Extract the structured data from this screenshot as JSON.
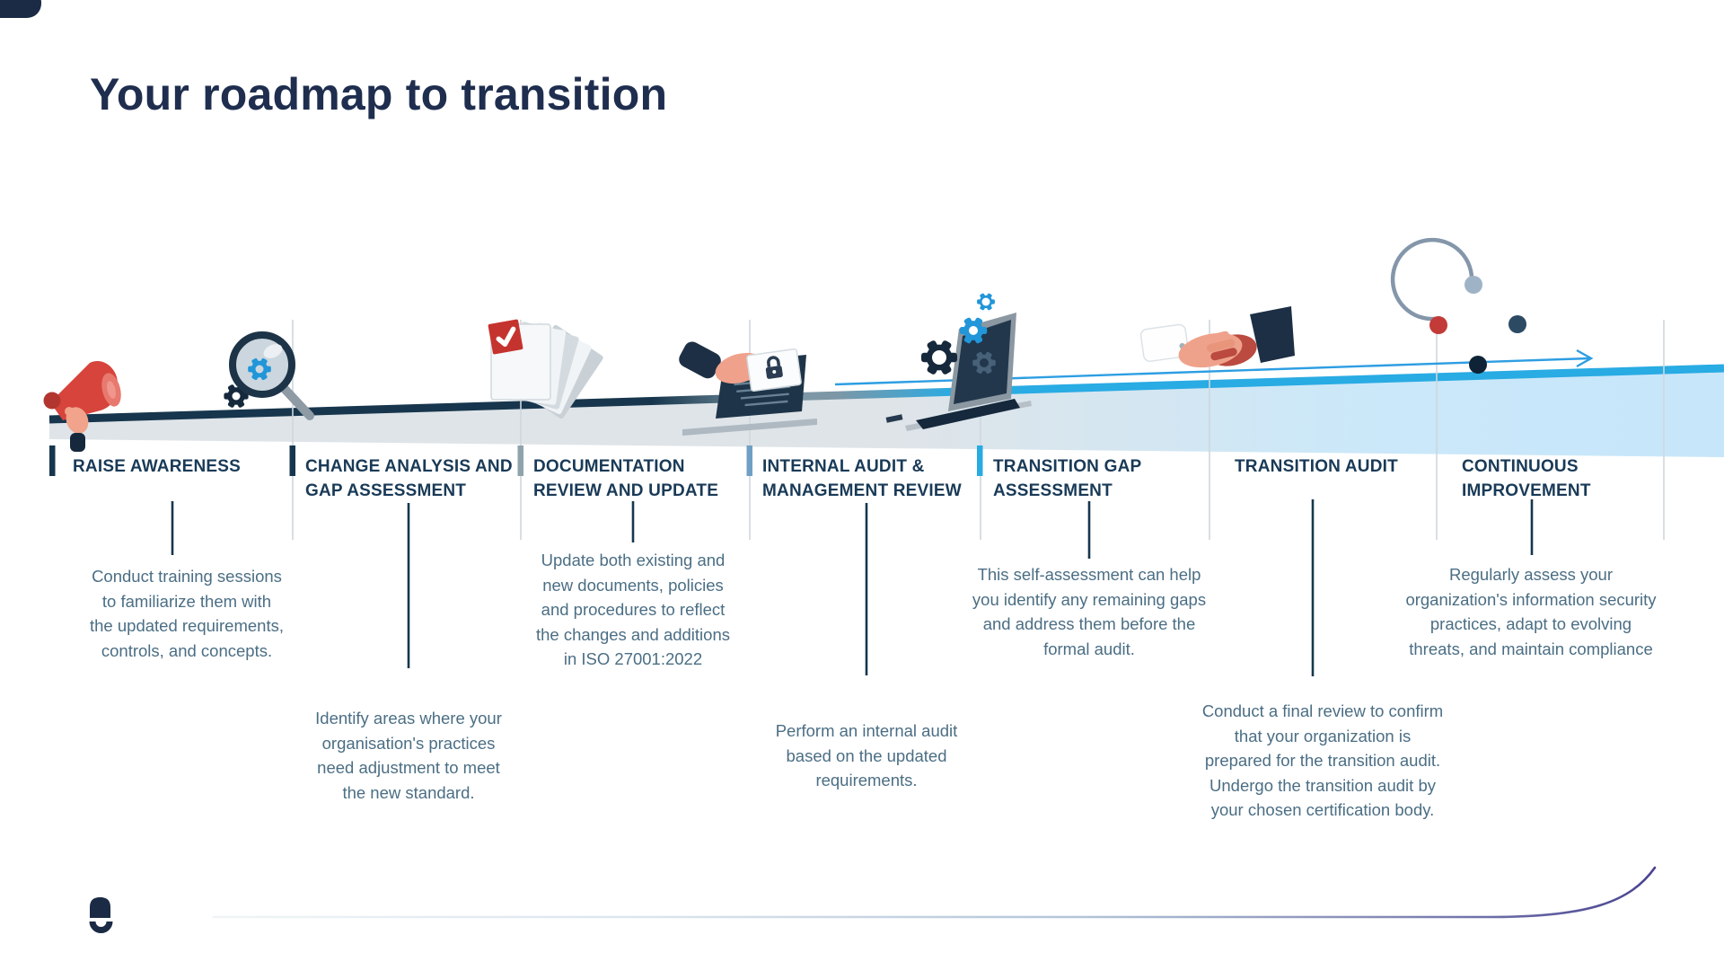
{
  "page": {
    "title": "Your roadmap to transition"
  },
  "stages": [
    {
      "label_lines": [
        "RAISE AWARENESS"
      ],
      "description_lines": [
        "Conduct training sessions",
        "to familiarize them with",
        "the updated requirements,",
        "controls, and concepts."
      ],
      "icon": "megaphone-icon",
      "accent": "#16364d"
    },
    {
      "label_lines": [
        "CHANGE ANALYSIS AND",
        "GAP ASSESSMENT"
      ],
      "description_lines": [
        "Identify areas where your",
        "organisation's practices",
        "need adjustment to meet",
        "the new standard."
      ],
      "icon": "magnifier-gear-icon",
      "accent": "#16364d"
    },
    {
      "label_lines": [
        "DOCUMENTATION",
        "REVIEW AND UPDATE"
      ],
      "description_lines": [
        "Update both existing and",
        "new documents, policies",
        "and procedures to reflect",
        "the changes and additions",
        "in ISO 27001:2022"
      ],
      "icon": "documents-checklist-icon",
      "accent": "#8fa3ad"
    },
    {
      "label_lines": [
        "INTERNAL AUDIT &",
        "MANAGEMENT REVIEW"
      ],
      "description_lines": [
        "Perform an internal audit",
        "based on the updated",
        "requirements."
      ],
      "icon": "secure-laptop-icon",
      "accent": "#6fa0c4"
    },
    {
      "label_lines": [
        "TRANSITION GAP",
        "ASSESSMENT"
      ],
      "description_lines": [
        "This self-assessment can help",
        "you identify any remaining gaps",
        "and address them before the",
        "formal audit."
      ],
      "icon": "laptop-gears-icon",
      "accent": "#29abe2"
    },
    {
      "label_lines": [
        "TRANSITION AUDIT"
      ],
      "description_lines": [
        "Conduct a final review to confirm",
        "that your organization is",
        "prepared for the transition audit.",
        "Undergo the transition audit by",
        "your chosen certification body."
      ],
      "icon": "handshake-icon"
    },
    {
      "label_lines": [
        "CONTINUOUS",
        "IMPROVEMENT"
      ],
      "description_lines": [
        "Regularly assess your",
        "organization's information security",
        "practices, adapt to evolving",
        "threats, and maintain compliance"
      ],
      "icon": "cycle-icon"
    }
  ],
  "timeline": {
    "ramp_stroke_start": "#17364d",
    "ramp_stroke_mid": "#7d97a6",
    "ramp_stroke_end": "#29abe3",
    "ramp_fill_left": "#dfe4e8",
    "ramp_fill_right": "#c7e6fa",
    "arrow_color": "#2d9ee2",
    "divider_color": "#cfd7dd",
    "connector_color": "#16364d"
  },
  "colors": {
    "title_text": "#1f2e4f",
    "heading_text": "#193a57",
    "body_text": "#4b6e84",
    "accent_red": "#d6443c",
    "accent_blue": "#29abe2",
    "brand_navy": "#1b2b45",
    "swoosh_end": "#494291"
  }
}
